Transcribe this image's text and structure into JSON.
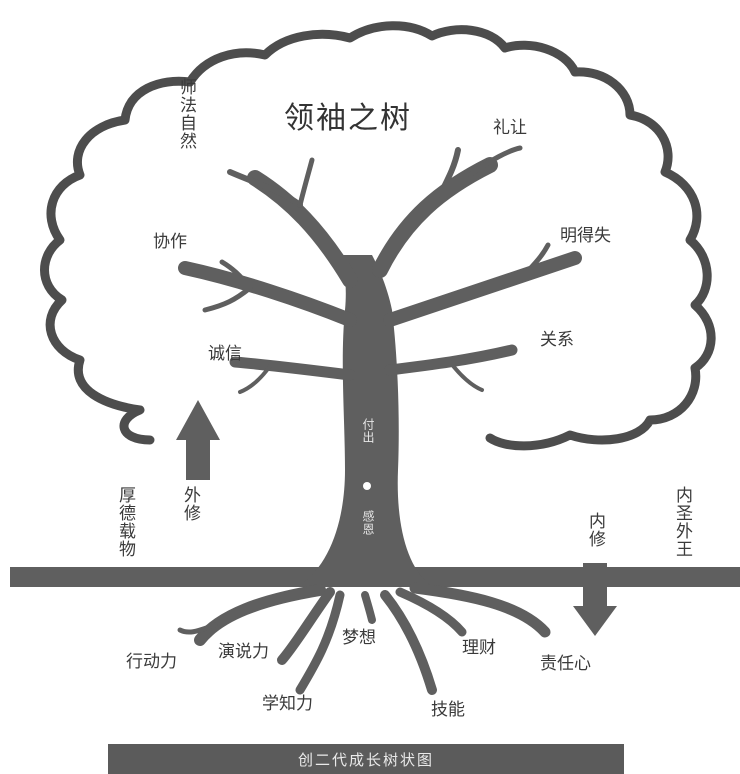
{
  "title": "领袖之树",
  "caption": "创二代成长树状图",
  "colors": {
    "tree": "#5f5f5f",
    "outline": "#4d4d4d",
    "text": "#3a3a3a"
  },
  "branches": {
    "top_left": "师法自然",
    "courtesy": "礼让",
    "teamwork": "协作",
    "gain_loss": "明得失",
    "integrity": "诚信",
    "relations": "关系"
  },
  "trunk": {
    "upper": "付出",
    "lower": "感恩"
  },
  "arrows": {
    "outer": "外修",
    "inner": "内修"
  },
  "sides": {
    "left": "厚德载物",
    "right": "内圣外王"
  },
  "roots": {
    "action": "行动力",
    "speech": "演说力",
    "dream": "梦想",
    "finance": "理财",
    "responsibility": "责任心",
    "learning": "学知力",
    "skills": "技能"
  }
}
